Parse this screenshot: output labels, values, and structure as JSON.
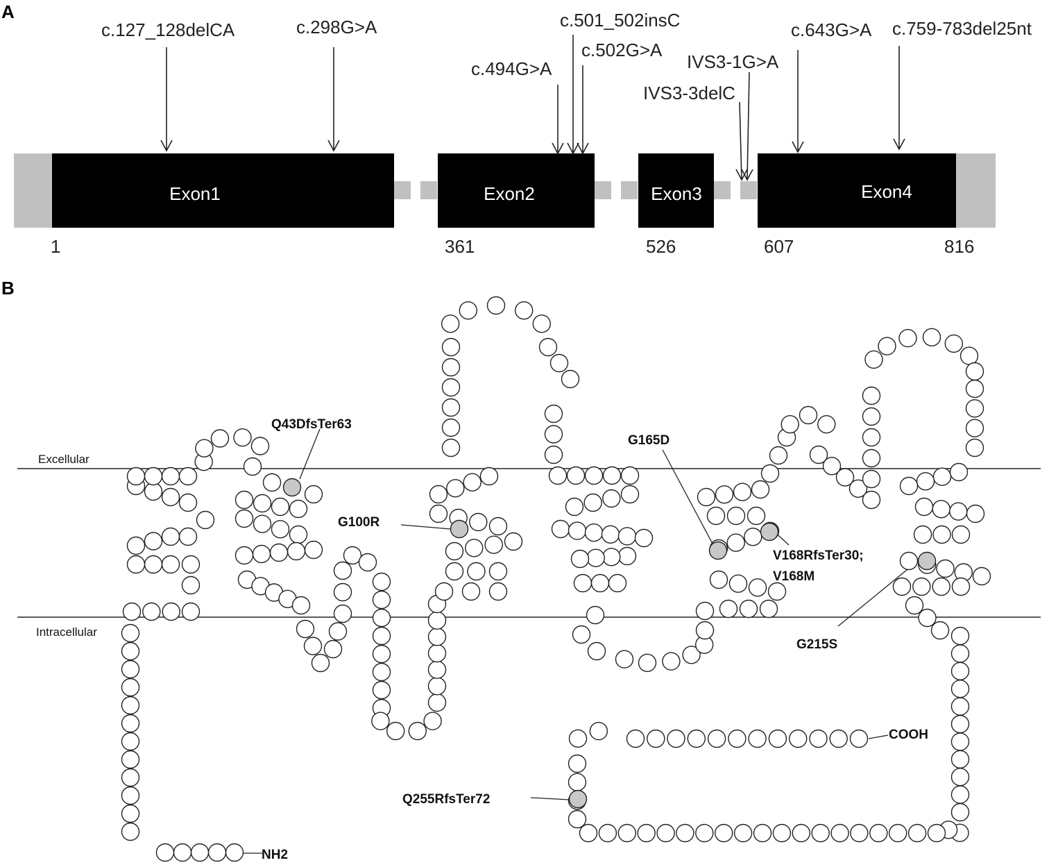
{
  "panels": {
    "a": "A",
    "b": "B"
  },
  "gene": {
    "exons": [
      "Exon1",
      "Exon2",
      "Exon3",
      "Exon4"
    ],
    "positions": [
      "1",
      "361",
      "526",
      "607",
      "816"
    ],
    "mutations": [
      "c.127_128delCA",
      "c.298G>A",
      "c.501_502insC",
      "c.494G>A",
      "c.502G>A",
      "IVS3-1G>A",
      "IVS3-3delC",
      "c.643G>A",
      "c.759-783del25nt"
    ]
  },
  "protein": {
    "membrane": {
      "outside": "Excellular",
      "inside": "Intracellular"
    },
    "termini": {
      "n": "NH2",
      "c": "COOH"
    },
    "mutations": [
      "Q43DfsTer63",
      "G100R",
      "G165D",
      "V168RfsTer30;",
      "V168M",
      "G215S",
      "Q255RfsTer72"
    ]
  },
  "colors": {
    "exon": "#000000",
    "utr": "#c0c0c0",
    "residue_fill": "#ffffff",
    "mutant_fill": "#c8c8c8",
    "line": "#222222"
  }
}
